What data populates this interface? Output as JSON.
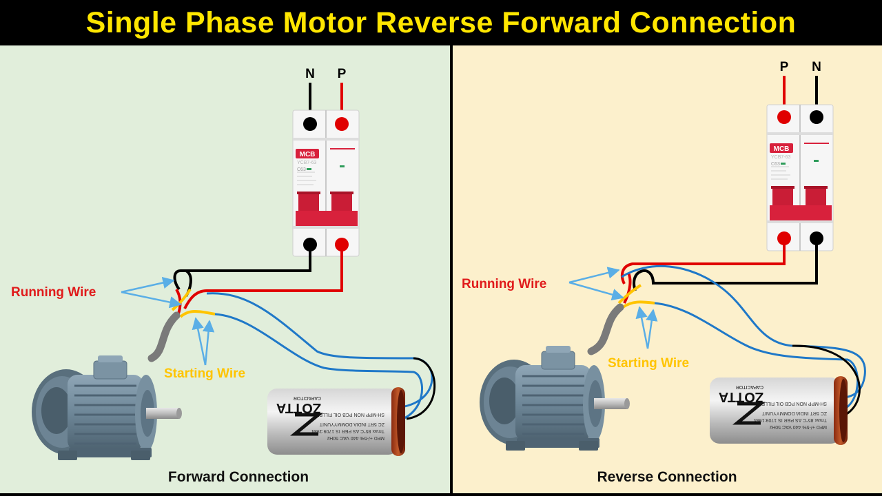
{
  "title": "Single Phase Motor Reverse Forward Connection",
  "colors": {
    "title_text": "#ffe600",
    "left_panel_bg": "#e1eedb",
    "right_panel_bg": "#fcf0cc",
    "phase_wire": "#e00000",
    "neutral_wire": "#000000",
    "capacitor_wire": "#1f78c8",
    "starting_wire": "#ffc400",
    "pointer_arrow": "#5aaee6",
    "breaker_body": "#f4f4f4",
    "breaker_handle": "#d8213c"
  },
  "forward": {
    "caption": "Forward Connection",
    "terminal_top_left": "N",
    "terminal_top_right": "P",
    "running_wire_label": "Running Wire",
    "starting_wire_label": "Starting Wire",
    "breaker_badge": "MCB",
    "breaker_model": "YCB7-63",
    "breaker_rating": "C63"
  },
  "reverse": {
    "caption": "Reverse Connection",
    "terminal_top_left": "P",
    "terminal_top_right": "N",
    "running_wire_label": "Running Wire",
    "starting_wire_label": "Starting Wire",
    "breaker_badge": "MCB",
    "breaker_model": "YCB7-63",
    "breaker_rating": "C63"
  },
  "capacitor": {
    "brand": "ZOTTA",
    "subtitle": "CAPACITOR",
    "spec_1": "MFD  +/-5%  440 VAC  50Hz",
    "spec_2": "Tmax  85°C  AS PER IS 1709:1984",
    "spec_3": "ZC 5RT INDIA  DOMMYYUNIT",
    "spec_4": "SH-MPP  NON PCB  OIL FILLED"
  }
}
